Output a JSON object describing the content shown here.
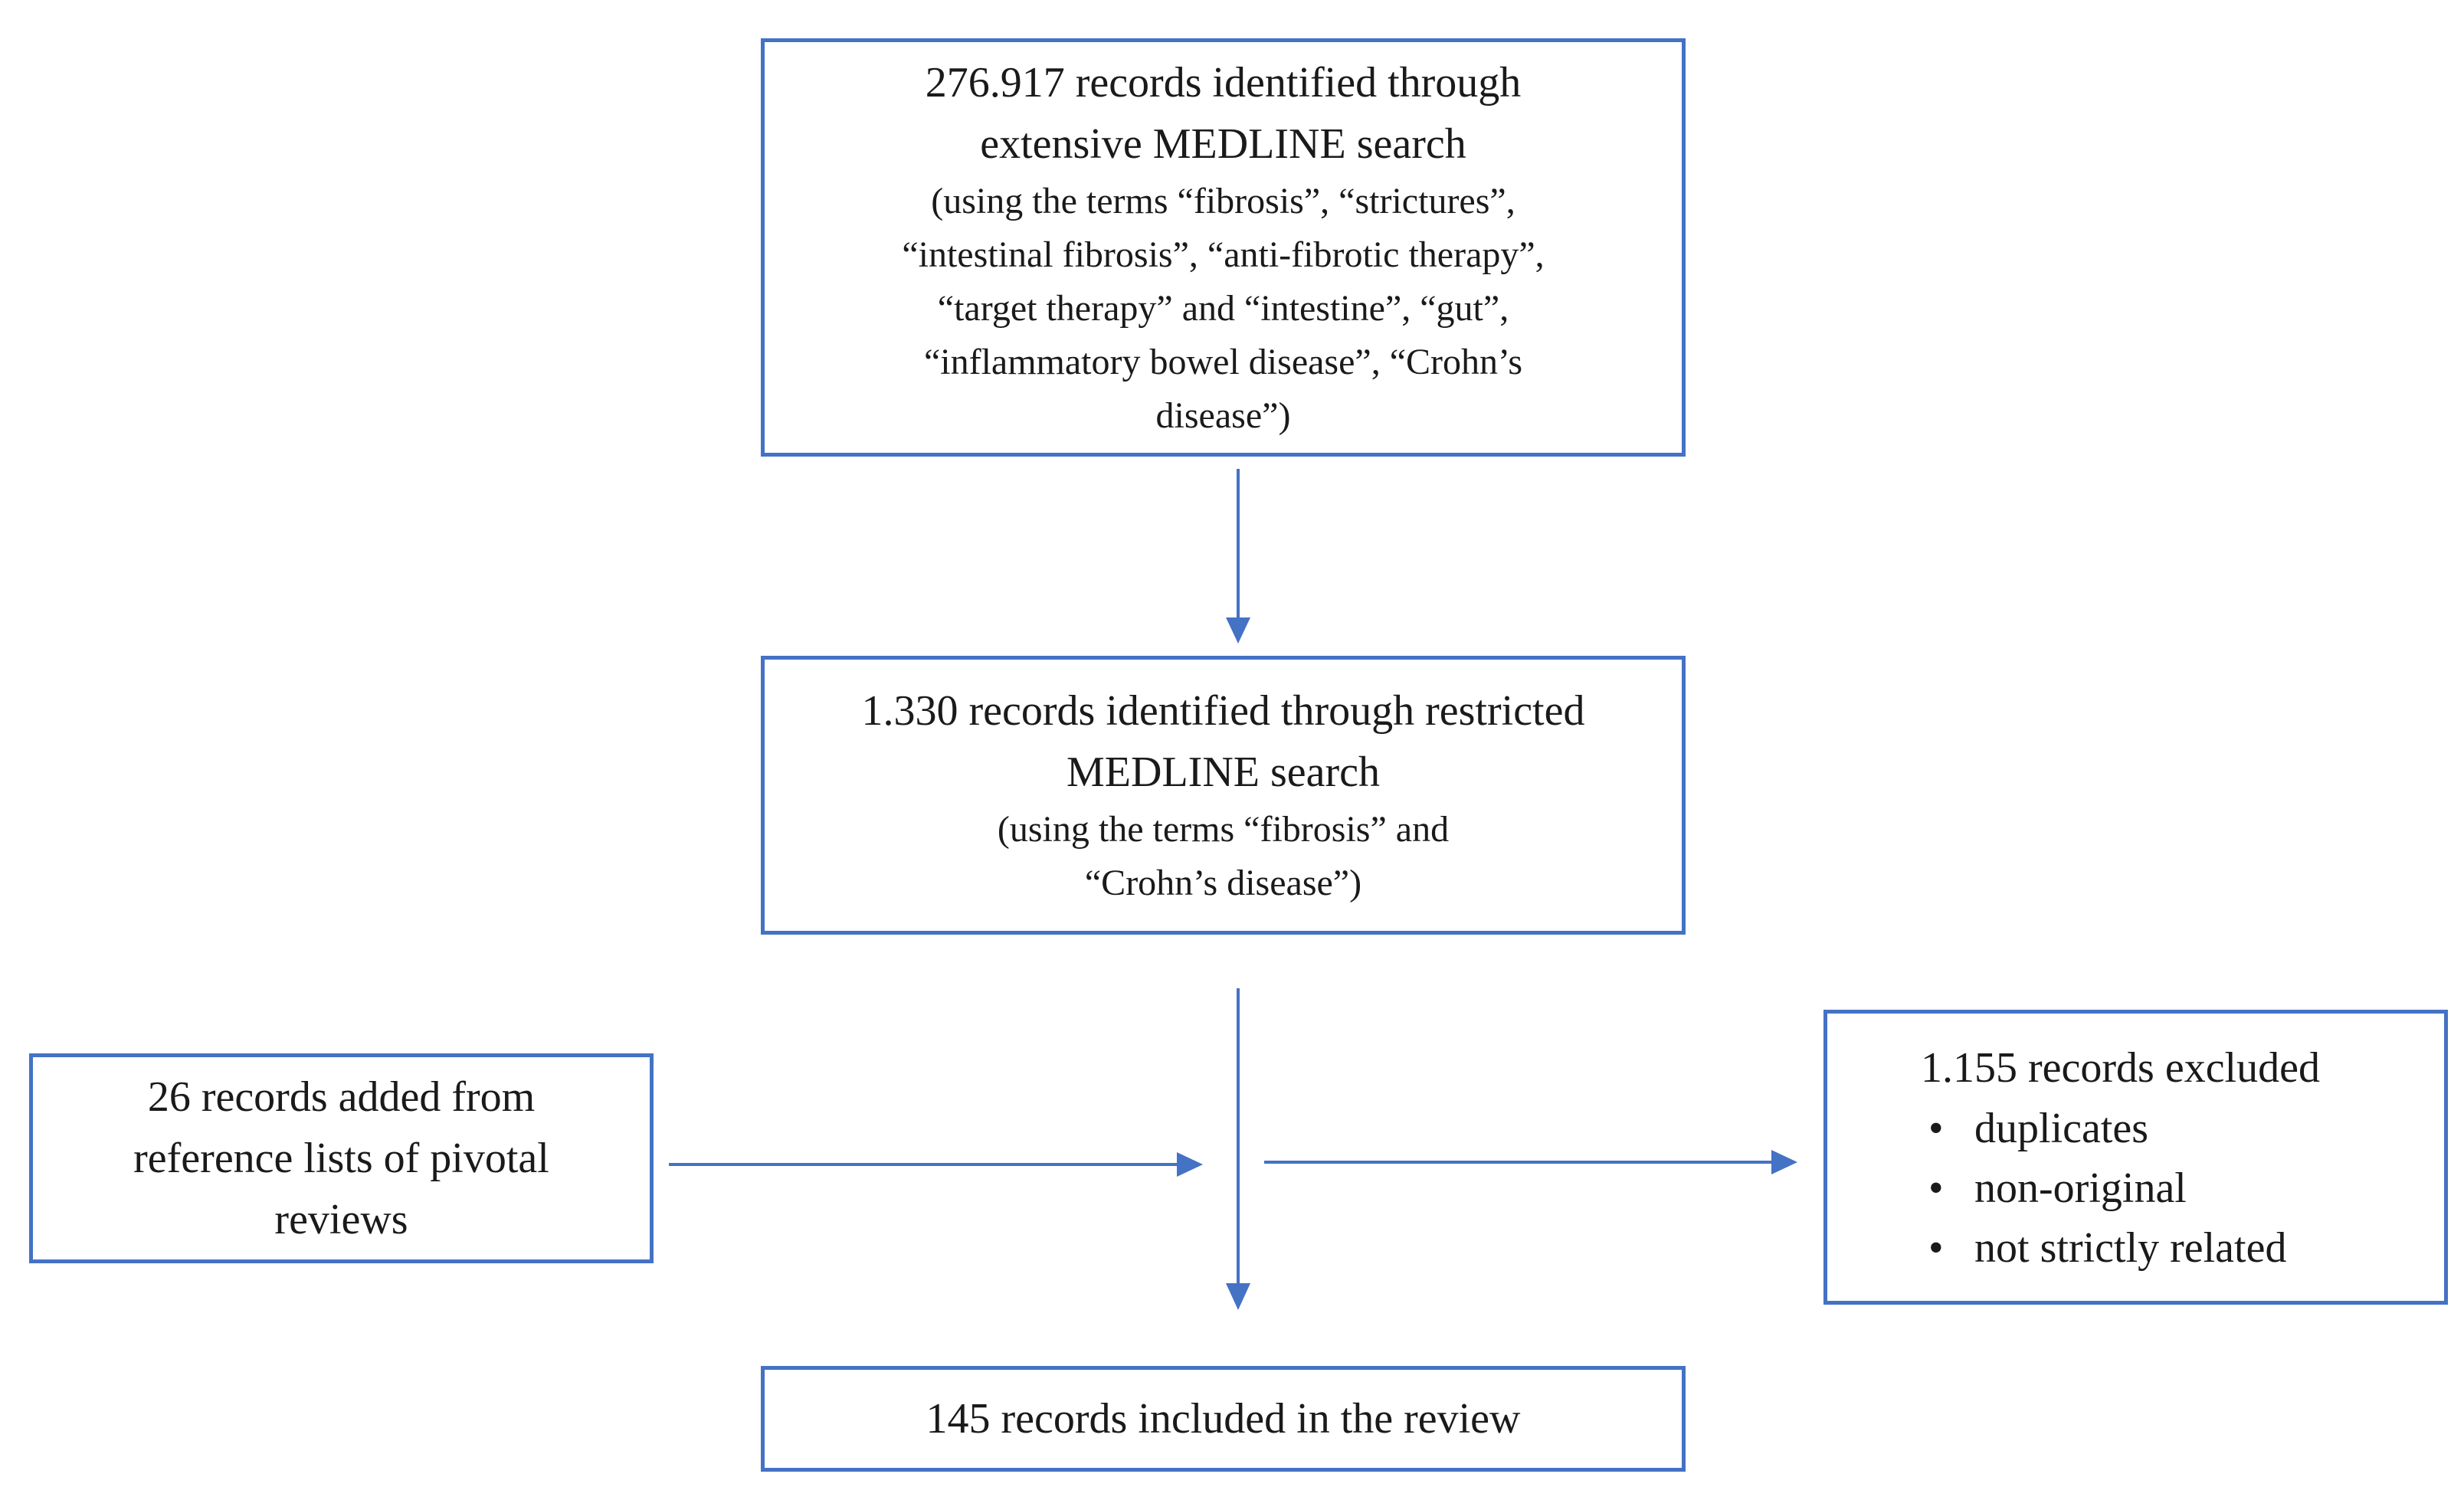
{
  "nodes": {
    "extensive": {
      "lines": [
        "276.917 records identified through",
        "extensive MEDLINE search"
      ],
      "detail": [
        "(using the terms “fibrosis”, “strictures”,",
        "“intestinal fibrosis”, “anti-fibrotic therapy”,",
        "“target therapy” and “intestine”, “gut”,",
        "“inflammatory bowel disease”, “Crohn’s",
        "disease”)"
      ]
    },
    "restricted": {
      "lines": [
        "1.330 records identified through restricted",
        "MEDLINE search"
      ],
      "detail": [
        "(using the terms “fibrosis” and",
        "“Crohn’s disease”)"
      ]
    },
    "added": {
      "lines": [
        "26 records added  from",
        "reference lists of pivotal",
        "reviews"
      ]
    },
    "excluded": {
      "title": "1.155 records excluded",
      "items": [
        "duplicates",
        "non-original",
        "not strictly related"
      ]
    },
    "included": {
      "lines": [
        "145 records included in the review"
      ]
    }
  },
  "colors": {
    "box_border": "#4472c4",
    "arrow": "#4472c4",
    "text": "#1a1a1a"
  }
}
